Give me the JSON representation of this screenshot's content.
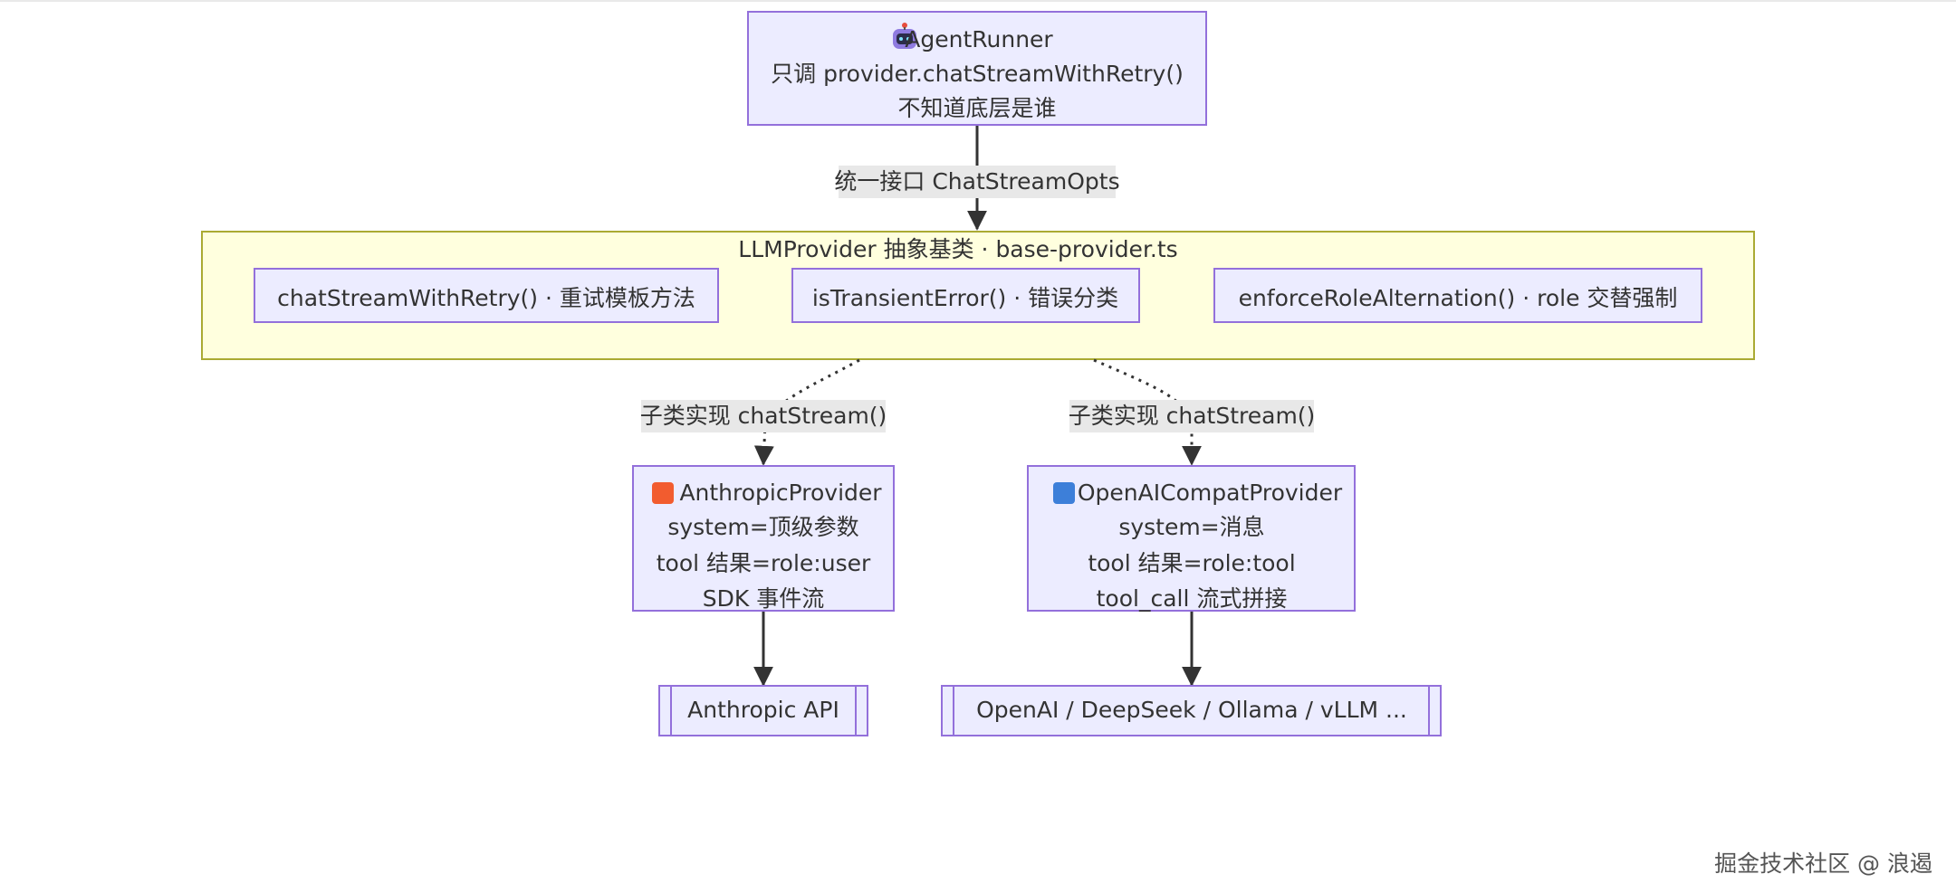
{
  "diagram": {
    "nodes": {
      "agent_runner": {
        "icon": "robot-icon",
        "lines": [
          "AgentRunner",
          "只调 provider.chatStreamWithRetry()",
          "不知道底层是谁"
        ]
      },
      "cluster_title": "LLMProvider 抽象基类 · base-provider.ts",
      "method_retry": "chatStreamWithRetry() · 重试模板方法",
      "method_transient": "isTransientError() · 错误分类",
      "method_role": "enforceRoleAlternation() · role 交替强制",
      "anthropic_provider": {
        "icon": "orange-square-icon",
        "icon_color": "#F25C2F",
        "lines": [
          "AnthropicProvider",
          "system=顶级参数",
          "tool 结果=role:user",
          "SDK 事件流"
        ]
      },
      "openai_provider": {
        "icon": "blue-square-icon",
        "icon_color": "#3D7FD9",
        "lines": [
          "OpenAICompatProvider",
          "system=消息",
          "tool 结果=role:tool",
          "tool_call 流式拼接"
        ]
      },
      "anthropic_api": "Anthropic API",
      "openai_api": "OpenAI / DeepSeek / Ollama / vLLM ..."
    },
    "edges": {
      "runner_to_base": "统一接口 ChatStreamOpts",
      "base_to_anthropic": "子类实现 chatStream()",
      "base_to_openai": "子类实现 chatStream()"
    },
    "colors": {
      "node_fill": "#ECECFF",
      "node_stroke": "#9370DB",
      "cluster_fill": "#ffffde",
      "cluster_stroke": "#aaaa33"
    }
  },
  "watermark": "掘金技术社区 @ 浪遏"
}
